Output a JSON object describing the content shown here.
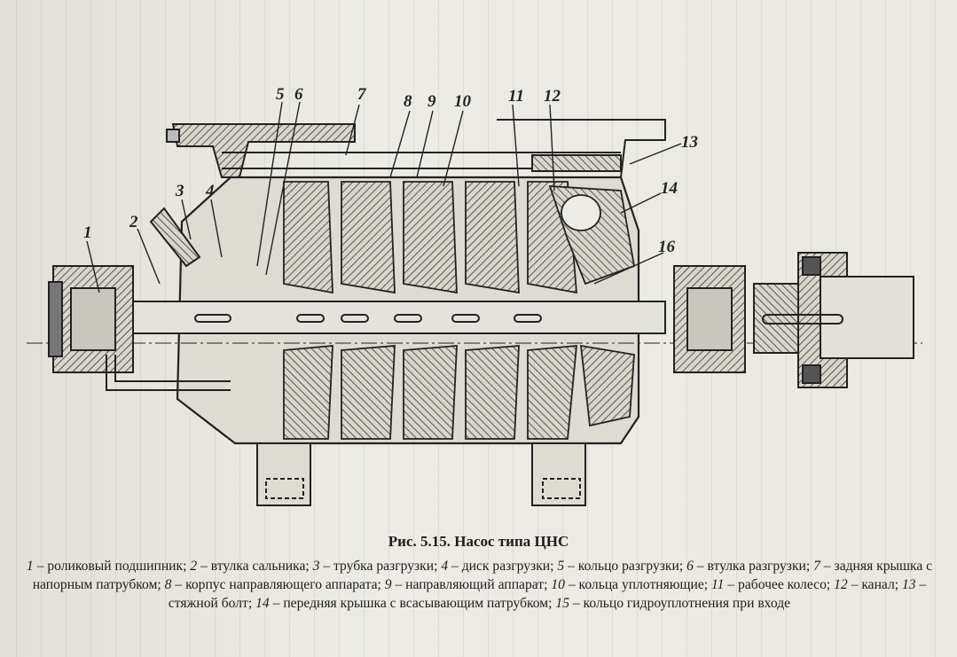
{
  "figure": {
    "callouts": [
      "1",
      "2",
      "3",
      "4",
      "5",
      "6",
      "7",
      "8",
      "9",
      "10",
      "11",
      "12",
      "13",
      "14",
      "16"
    ],
    "title": "Рис. 5.15. Насос типа ЦНС",
    "legend": [
      {
        "n": "1",
        "text": "роликовый подшипник;"
      },
      {
        "n": "2",
        "text": "втулка сальника;"
      },
      {
        "n": "3",
        "text": "трубка разгрузки;"
      },
      {
        "n": "4",
        "text": "диск разгрузки;"
      },
      {
        "n": "5",
        "text": "кольцо разгрузки;"
      },
      {
        "n": "6",
        "text": "втулка разгрузки;"
      },
      {
        "n": "7",
        "text": "задняя крышка с напорным патрубком;"
      },
      {
        "n": "8",
        "text": "корпус направляющего аппарата;"
      },
      {
        "n": "9",
        "text": "направляющий аппарат;"
      },
      {
        "n": "10",
        "text": "кольца уплотняющие;"
      },
      {
        "n": "11",
        "text": "рабочее колесо;"
      },
      {
        "n": "12",
        "text": "канал;"
      },
      {
        "n": "13",
        "text": "стяжной болт;"
      },
      {
        "n": "14",
        "text": "передняя крышка с всасывающим патрубком;"
      },
      {
        "n": "15",
        "text": "кольцо гидроуплотнения при входе"
      }
    ],
    "dash": "–"
  }
}
